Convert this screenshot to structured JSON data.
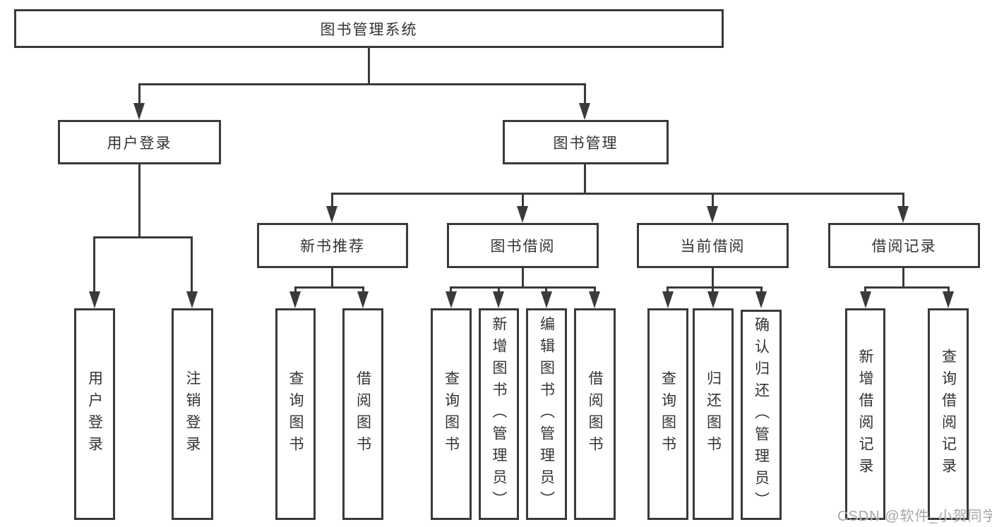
{
  "tree": {
    "label": "图书管理系统",
    "children": [
      {
        "label": "用户登录",
        "children": [
          {
            "label": "用户登录"
          },
          {
            "label": "注销登录"
          }
        ]
      },
      {
        "label": "图书管理",
        "children": [
          {
            "label": "新书推荐",
            "children": [
              {
                "label": "查询图书"
              },
              {
                "label": "借阅图书"
              }
            ]
          },
          {
            "label": "图书借阅",
            "children": [
              {
                "label": "查询图书"
              },
              {
                "label": "新增图书（管理员）"
              },
              {
                "label": "编辑图书（管理员）"
              },
              {
                "label": "借阅图书"
              }
            ]
          },
          {
            "label": "当前借阅",
            "children": [
              {
                "label": "查询图书"
              },
              {
                "label": "归还图书"
              },
              {
                "label": "确认归还（管理员）"
              }
            ]
          },
          {
            "label": "借阅记录",
            "children": [
              {
                "label": "新增借阅记录"
              },
              {
                "label": "查询借阅记录"
              }
            ]
          }
        ]
      }
    ]
  },
  "watermark": {
    "text": "CSDN @软件_小贺同学"
  },
  "colors": {
    "line": "#3a3a3a",
    "text": "#333333",
    "watermark": "#969696"
  }
}
